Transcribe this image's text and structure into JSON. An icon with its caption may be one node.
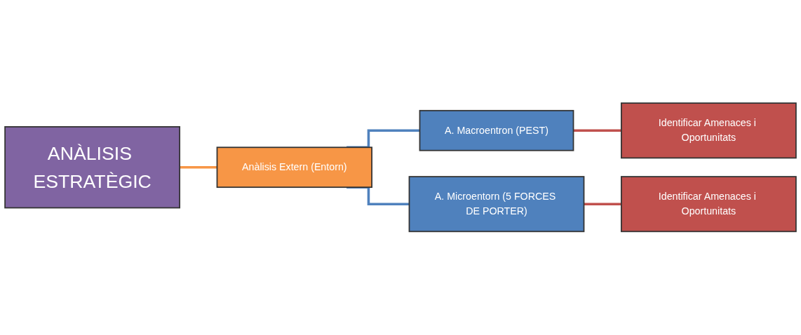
{
  "diagram": {
    "nodes": [
      {
        "text": [
          "ANÀLISIS ESTRATÈGIC"
        ]
      },
      {
        "text": [
          "Anàlisis Extern (Entorn)"
        ]
      },
      {
        "text": [
          "A. Macroentron (PEST)"
        ]
      },
      {
        "text": [
          "A. Microentorn (5 FORCES DE PORTER)"
        ]
      },
      {
        "text": [
          "Identificar Amenaces i Oportunitats"
        ]
      },
      {
        "text": [
          "Identificar Amenaces i Oportunitats"
        ]
      }
    ],
    "edges": [
      {
        "from": 0,
        "to": 1,
        "arrow": "none",
        "color": "#f79646"
      },
      {
        "from": 1,
        "to": 2,
        "arrow": "none",
        "color": "#4f81bd"
      },
      {
        "from": 1,
        "to": 3,
        "arrow": "none",
        "color": "#4f81bd"
      },
      {
        "from": 2,
        "to": 4,
        "arrow": "none",
        "color": "#c0504d"
      },
      {
        "from": 3,
        "to": 5,
        "arrow": "none",
        "color": "#c0504d"
      }
    ]
  }
}
